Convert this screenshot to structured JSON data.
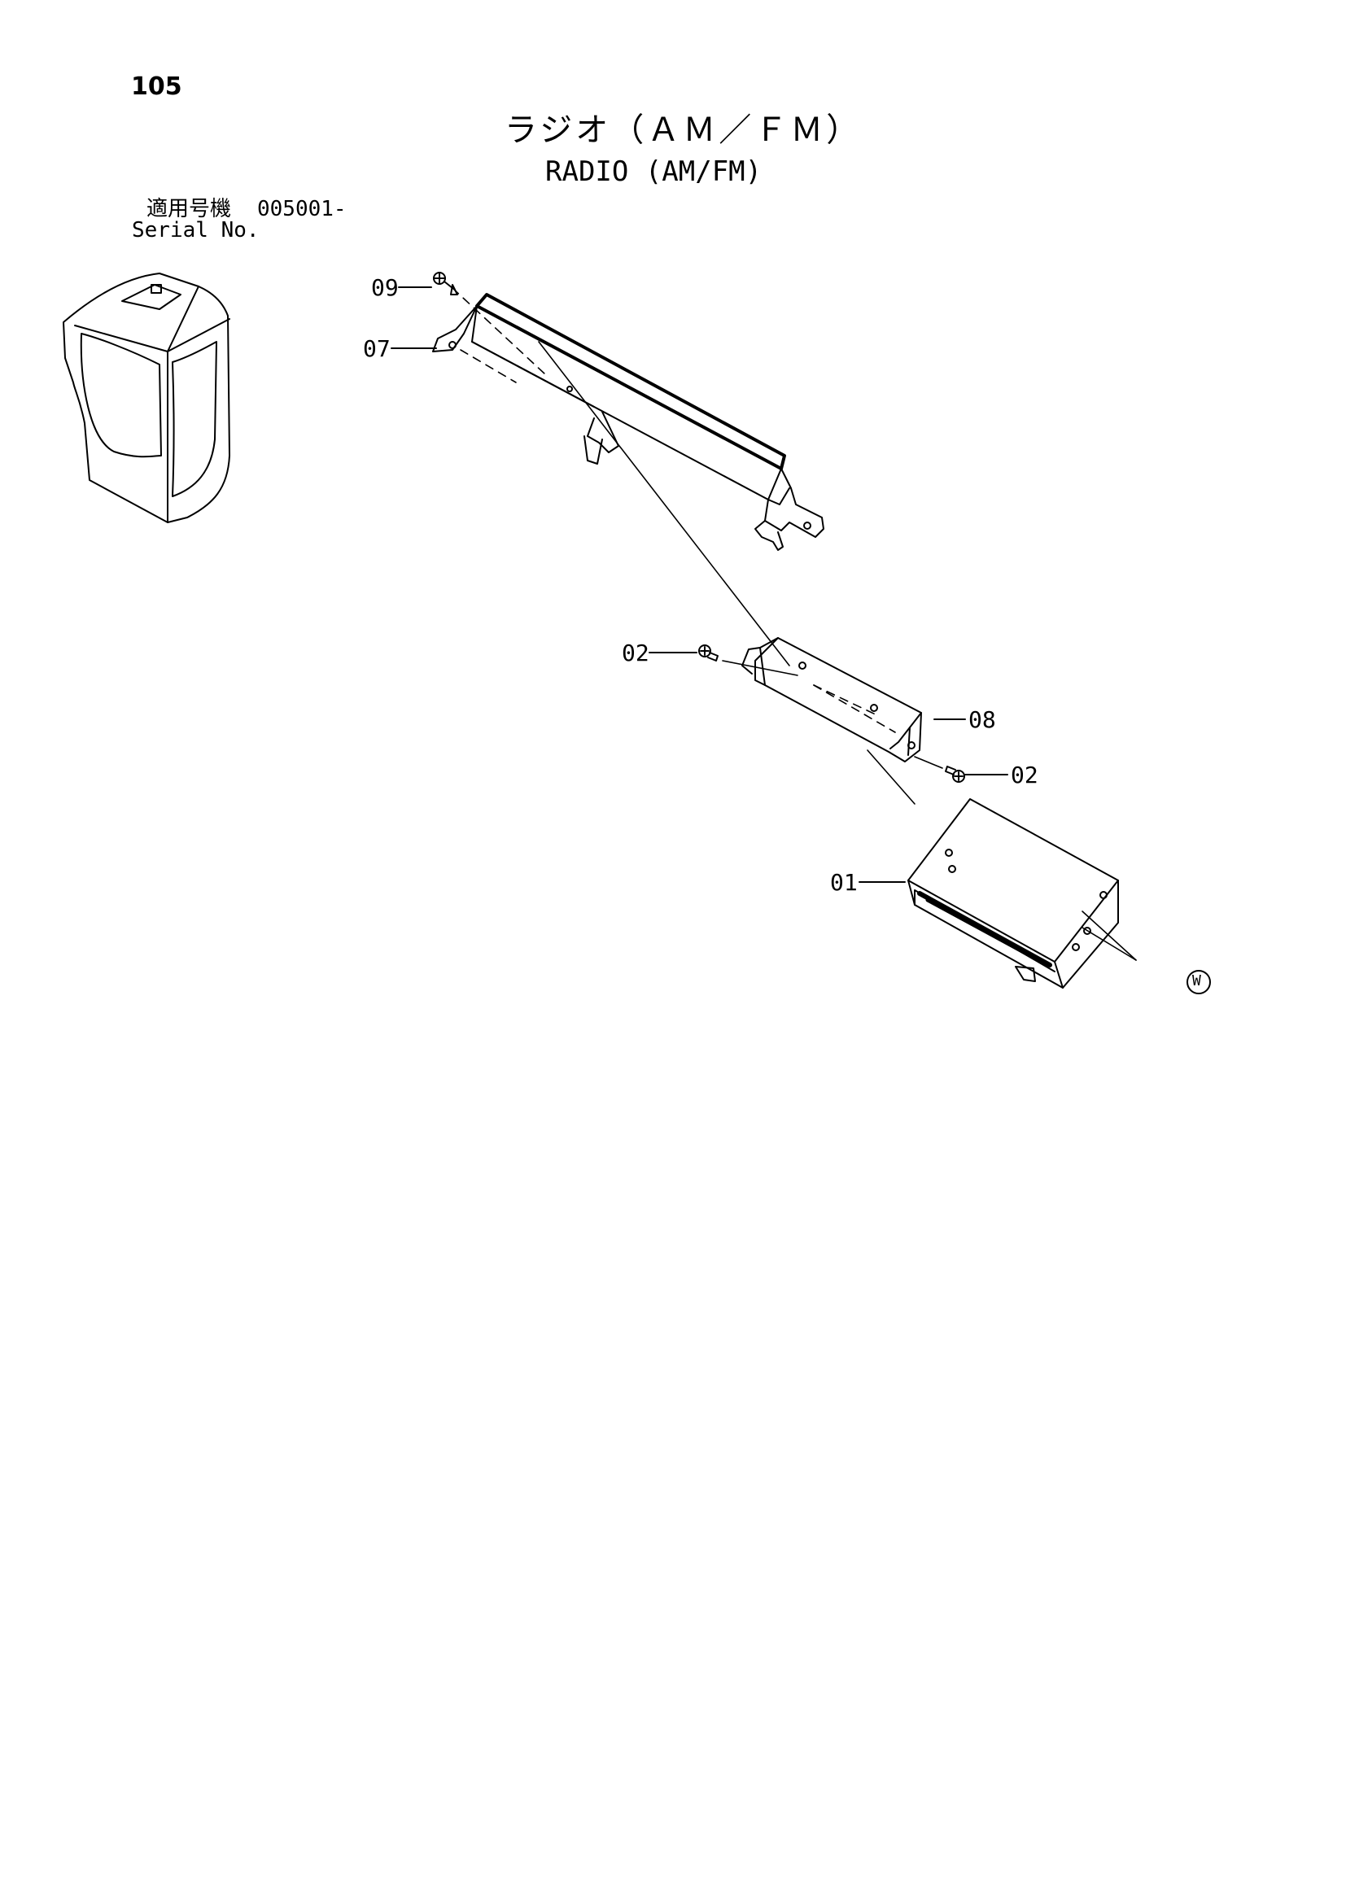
{
  "page_number": "105",
  "title_ja": "ラジオ（ＡＭ／ＦＭ）",
  "title_en": "RADIO (AM/FM)",
  "serial": {
    "label_ja": "適用号機",
    "label_en": "Serial No.",
    "value": "005001-"
  },
  "callouts": {
    "c09": "09",
    "c07": "07",
    "c02a": "02",
    "c08": "08",
    "c02b": "02",
    "c01": "01",
    "w_mark": "W"
  }
}
